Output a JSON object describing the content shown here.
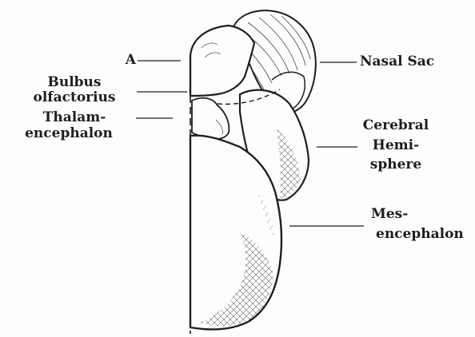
{
  "labels": {
    "a": "A",
    "bulbus_1": "Bulbus",
    "bulbus_2": "olfactorius",
    "thalam_1": "Thalam-",
    "thalam_2": "encephalon",
    "nasal": "Nasal Sac",
    "cerebral_1": "Cerebral",
    "cerebral_2": "Hemi-",
    "cerebral_3": "sphere",
    "mes_1": "Mes-",
    "mes_2": "encephalon"
  },
  "colors": {
    "ink": "#1e1e1e",
    "paper": "#fdfdfb"
  }
}
